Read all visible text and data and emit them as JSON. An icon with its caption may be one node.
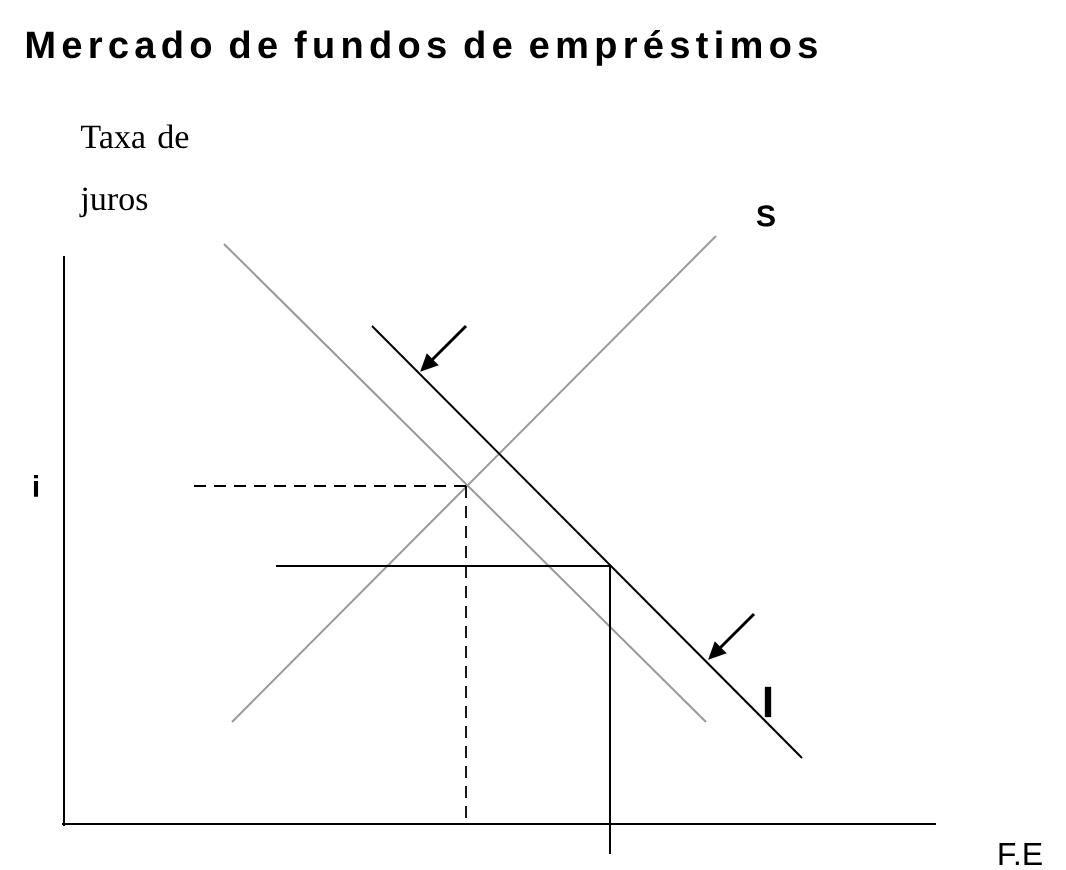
{
  "diagram": {
    "title": "Mercado de fundos de empréstimos",
    "labels": [
      "Taxa de juros",
      "S",
      "i",
      "I",
      "F.E"
    ]
  }
}
